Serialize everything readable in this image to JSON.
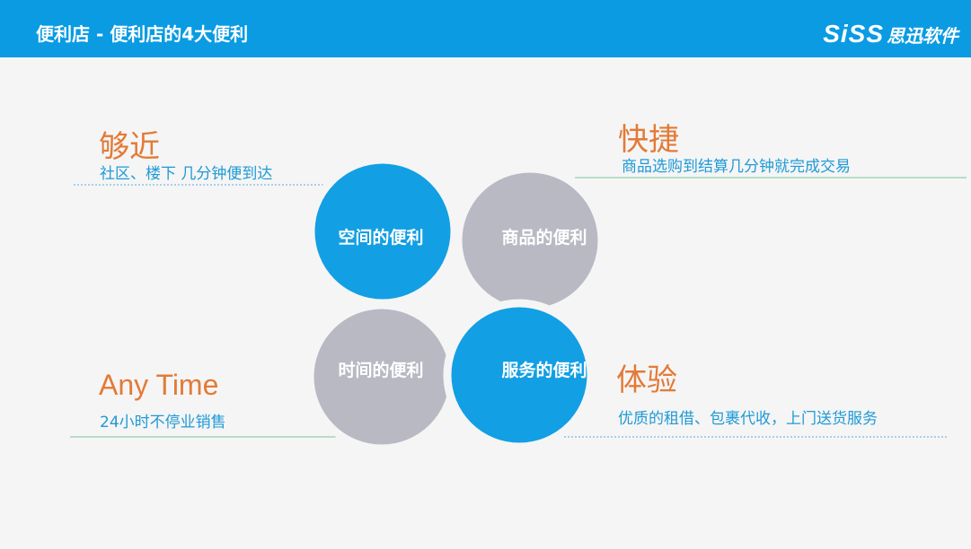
{
  "header": {
    "title": "便利店 - 便利店的4大便利",
    "logo_mark": "SiSS",
    "logo_text": "思迅软件"
  },
  "colors": {
    "header_bg": "#0a9be3",
    "blue_circle": "#129fe4",
    "gray_circle": "#b9b9c4",
    "heading": "#e37a37",
    "desc": "#1f9ad6",
    "line_blue": "#5fa9d8",
    "line_green": "#7fc19a"
  },
  "circles": [
    {
      "label": "空间的便利",
      "color": "blue"
    },
    {
      "label": "商品的便利",
      "color": "gray"
    },
    {
      "label": "时间的便利",
      "color": "gray"
    },
    {
      "label": "服务的便利",
      "color": "blue"
    }
  ],
  "callouts": [
    {
      "heading": "够近",
      "desc": "社区、楼下 几分钟便到达"
    },
    {
      "heading": "快捷",
      "desc": "商品选购到结算几分钟就完成交易"
    },
    {
      "heading": "Any Time",
      "desc": "24小时不停业销售"
    },
    {
      "heading": "体验",
      "desc": "优质的租借、包裹代收，上门送货服务"
    }
  ]
}
